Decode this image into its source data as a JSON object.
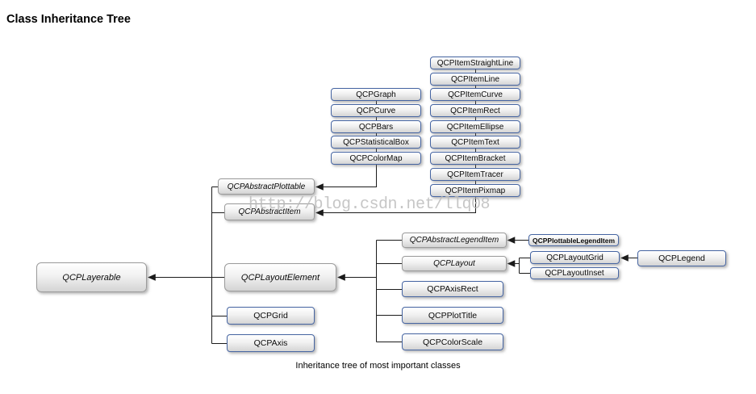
{
  "title": "Class Inheritance Tree",
  "caption": "Inheritance tree of most important classes",
  "watermark": "http://blog.csdn.net/llq08",
  "colors": {
    "concrete_border": "#4665A2",
    "abstract_border": "#9B9B9B",
    "box_fill_top": "#FFFFFF",
    "box_fill_bottom": "#D4D4D4",
    "line": "#1B1B1B",
    "background": "#FFFFFF"
  },
  "nodes": {
    "qcplayerable": {
      "label": "QCPLayerable",
      "abstract": true
    },
    "qcpabstractplottable": {
      "label": "QCPAbstractPlottable",
      "abstract": true
    },
    "qcpabstractitem": {
      "label": "QCPAbstractItem",
      "abstract": true
    },
    "qcplayoutelement": {
      "label": "QCPLayoutElement",
      "abstract": true
    },
    "qcpgrid": {
      "label": "QCPGrid",
      "abstract": false
    },
    "qcpaxis": {
      "label": "QCPAxis",
      "abstract": false
    },
    "qcpgraph": {
      "label": "QCPGraph",
      "abstract": false
    },
    "qcpcurve": {
      "label": "QCPCurve",
      "abstract": false
    },
    "qcpbars": {
      "label": "QCPBars",
      "abstract": false
    },
    "qcpstatisticalbox": {
      "label": "QCPStatisticalBox",
      "abstract": false
    },
    "qcpcolormap": {
      "label": "QCPColorMap",
      "abstract": false
    },
    "qcpitemstraightline": {
      "label": "QCPItemStraightLine",
      "abstract": false
    },
    "qcpitemline": {
      "label": "QCPItemLine",
      "abstract": false
    },
    "qcpitemcurve": {
      "label": "QCPItemCurve",
      "abstract": false
    },
    "qcpitemrect": {
      "label": "QCPItemRect",
      "abstract": false
    },
    "qcpitemellipse": {
      "label": "QCPItemEllipse",
      "abstract": false
    },
    "qcpitemtext": {
      "label": "QCPItemText",
      "abstract": false
    },
    "qcpitembracket": {
      "label": "QCPItemBracket",
      "abstract": false
    },
    "qcpitemtracer": {
      "label": "QCPItemTracer",
      "abstract": false
    },
    "qcpitempixmap": {
      "label": "QCPItemPixmap",
      "abstract": false
    },
    "qcpabstractlegenditem": {
      "label": "QCPAbstractLegendItem",
      "abstract": true
    },
    "qcpplottablelegenditem": {
      "label": "QCPPlottableLegendItem",
      "abstract": false
    },
    "qcplayout": {
      "label": "QCPLayout",
      "abstract": true
    },
    "qcplayoutgrid": {
      "label": "QCPLayoutGrid",
      "abstract": false
    },
    "qcplayoutinset": {
      "label": "QCPLayoutInset",
      "abstract": false
    },
    "qcplegend": {
      "label": "QCPLegend",
      "abstract": false
    },
    "qcpaxisrect": {
      "label": "QCPAxisRect",
      "abstract": false
    },
    "qcpplottitle": {
      "label": "QCPPlotTitle",
      "abstract": false
    },
    "qcpcolorscale": {
      "label": "QCPColorScale",
      "abstract": false
    }
  }
}
